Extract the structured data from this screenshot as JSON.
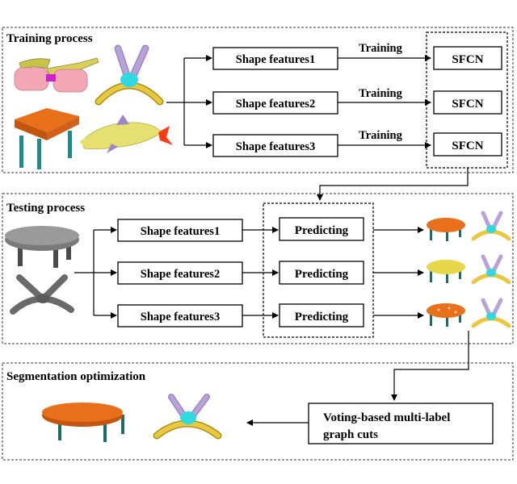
{
  "sections": {
    "training": "Training process",
    "testing": "Testing process",
    "optimization": "Segmentation optimization"
  },
  "training": {
    "features": [
      "Shape features1",
      "Shape features2",
      "Shape features3"
    ],
    "edge_label": "Training",
    "model_label": "SFCN"
  },
  "testing": {
    "features": [
      "Shape features1",
      "Shape features2",
      "Shape features3"
    ],
    "predict_label": "Predicting"
  },
  "optimization": {
    "graph_cut_line1": "Voting-based multi-label",
    "graph_cut_line2": "graph cuts"
  },
  "colors": {
    "orange": "#e8701a",
    "yellow": "#e6d84a",
    "gray": "#8a8a8a",
    "teal": "#2a8a8a",
    "cyan": "#30d8e0",
    "lavender": "#b9a2d8",
    "pink": "#f3a7b5",
    "magenta": "#d020d0"
  }
}
